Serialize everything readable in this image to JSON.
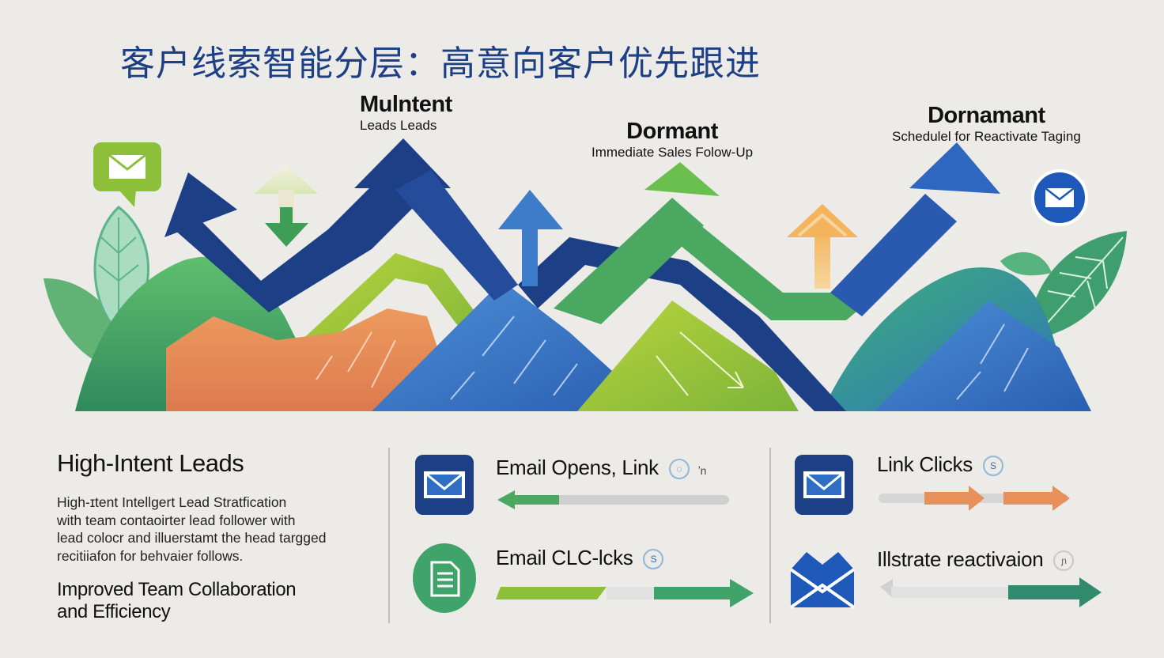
{
  "title": "客户线索智能分层：高意向客户优先跟进",
  "hero_labels": [
    {
      "big": "Mulntent",
      "small": "Leads Leads"
    },
    {
      "big": "Dormant",
      "small": "Immediate Sales Folow-Up"
    },
    {
      "big": "Dornamant",
      "small": "Schedulel for Reactivate Taging"
    }
  ],
  "left": {
    "heading": "High-Intent Leads",
    "desc_lines": [
      "High-ɪtent Intellgert Lead Stratfication",
      "with team contaoirter lead follower with",
      "lead colocr and illuerstamt the head targged",
      "recitiiafon for behvaier follows."
    ],
    "sub_lines": [
      "Improved Team Collaboration",
      "and Efficiency"
    ]
  },
  "features": [
    {
      "label": "Email Opens, Link",
      "badge": "◌",
      "badge2": "ʼn",
      "icon": "envelope-icon"
    },
    {
      "label": "Email  CLC-lcks",
      "badge": "S",
      "icon": "document-icon"
    },
    {
      "label": "Link Clicks",
      "badge": "S",
      "icon": "envelope-icon"
    },
    {
      "label": "Illstrate reactivaion",
      "badge": "ɲ",
      "icon": "open-envelope-icon"
    }
  ],
  "colors": {
    "navy": "#1d3f85",
    "blue": "#3d7cc9",
    "green": "#4aa860",
    "lime": "#a8c83a",
    "orange": "#e8905a",
    "background": "#ecebe8"
  }
}
